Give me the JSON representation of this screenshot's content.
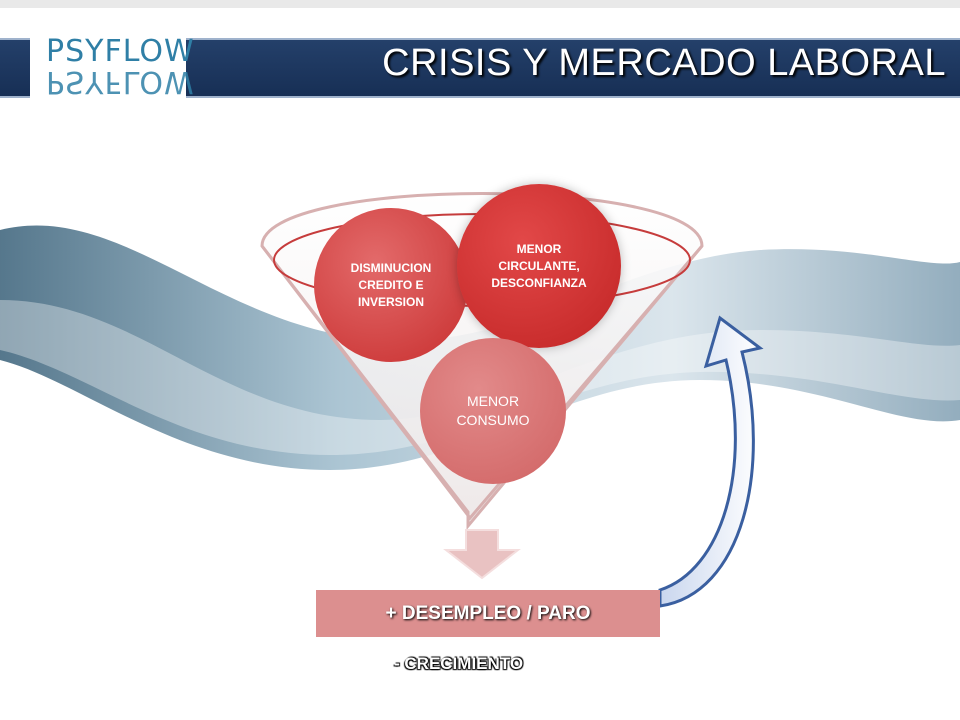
{
  "header": {
    "title": "CRISIS Y MERCADO LABORAL",
    "logo_text": "PSYFLOW"
  },
  "diagram": {
    "circles": [
      {
        "label": "DISMINUCION CREDITO E INVERSION",
        "lines": [
          "DISMINUCION",
          "CREDITO E",
          "INVERSION"
        ]
      },
      {
        "label": "MENOR CIRCULANTE, DESCONFIANZA",
        "lines": [
          "MENOR",
          "CIRCULANTE,",
          "DESCONFIANZA"
        ]
      },
      {
        "label": "MENOR CONSUMO",
        "lines": [
          "MENOR",
          "CONSUMO"
        ]
      }
    ],
    "result": "+ DESEMPLEO / PARO",
    "footer": "- CRECIMIENTO"
  },
  "colors": {
    "header_bg": "#1c365e",
    "funnel": "#f0eded",
    "circle_dark": "#c12424",
    "circle_mid": "#c82f2f",
    "circle_light": "#d06363",
    "result_box": "#dc8f8f",
    "arrow": "#3a5fa0"
  }
}
